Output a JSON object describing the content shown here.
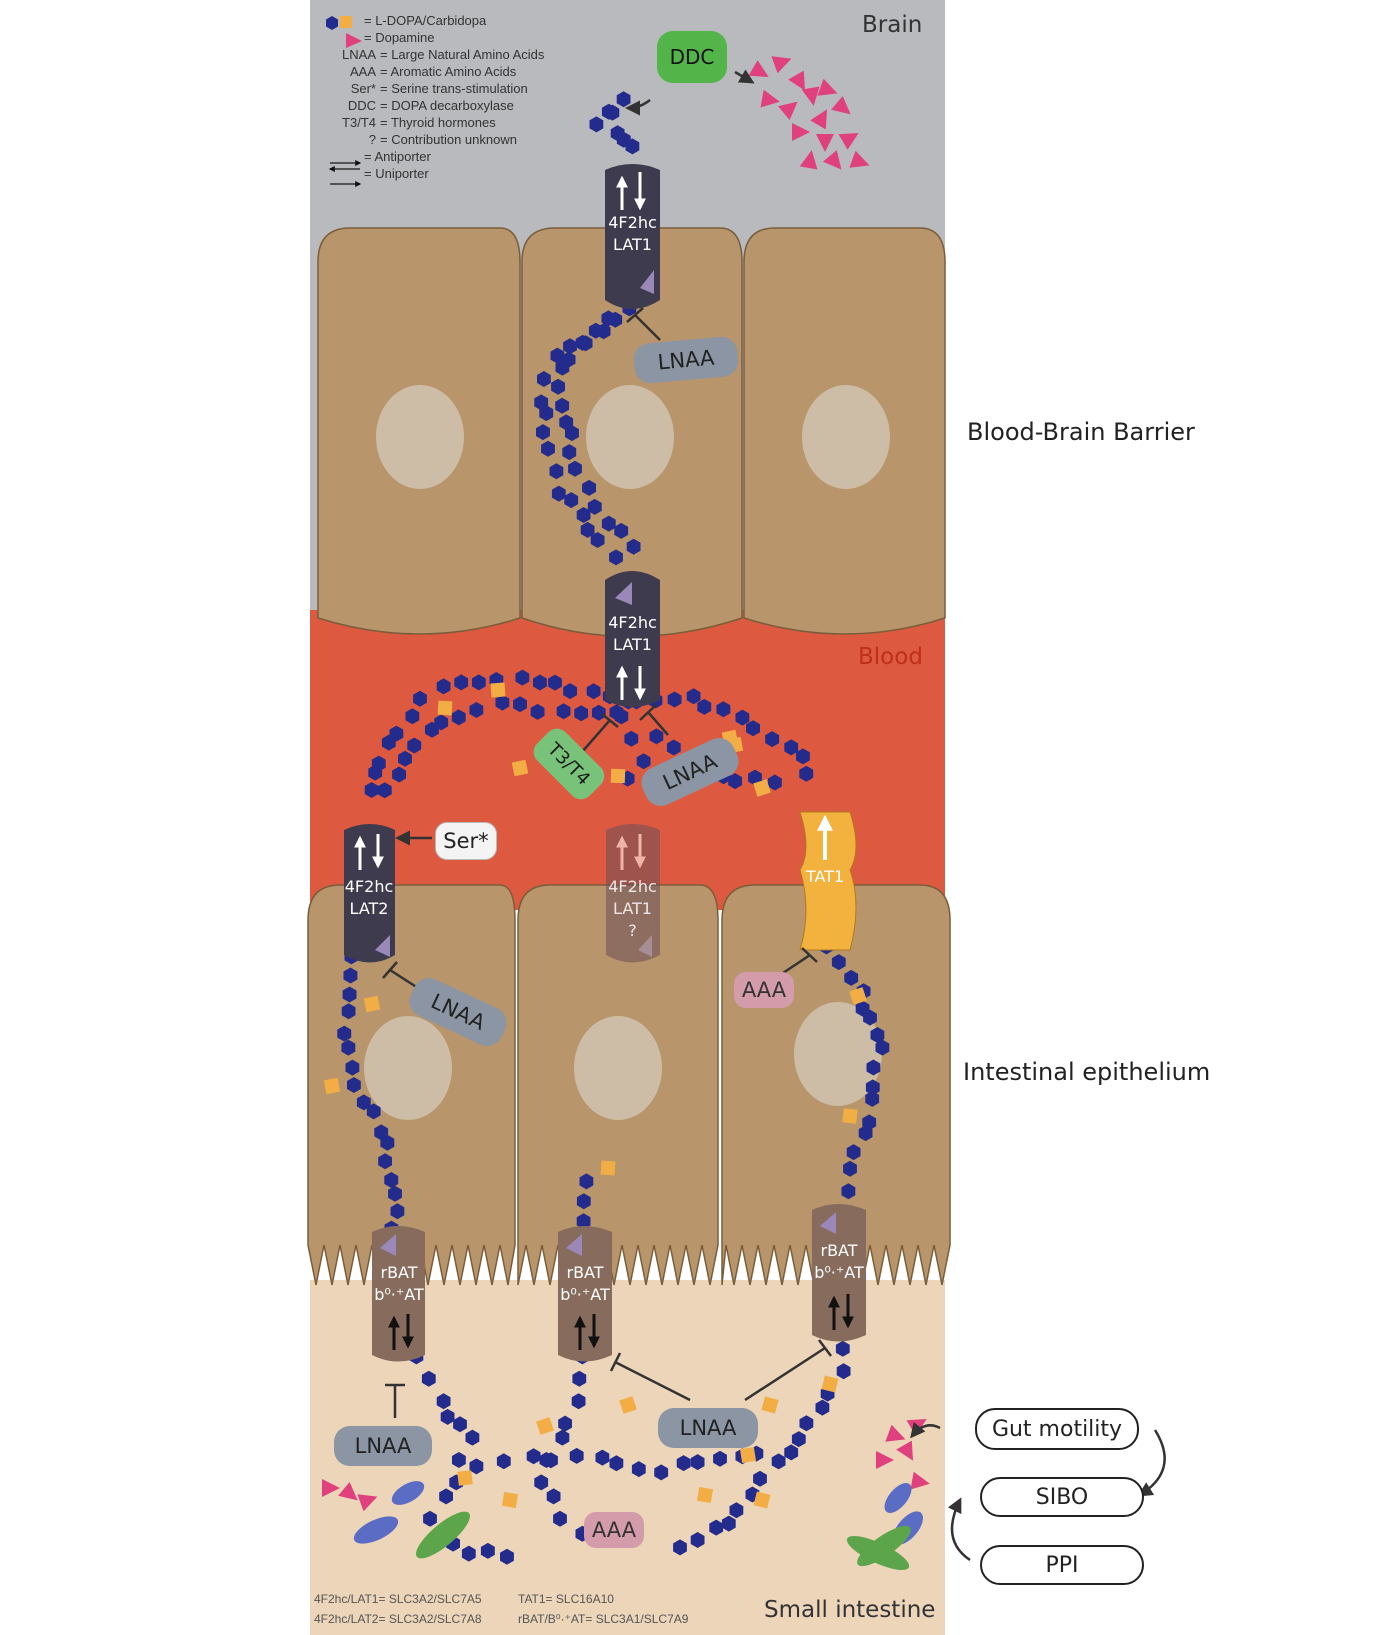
{
  "regions": {
    "brain": "Brain",
    "bbb": "Blood-Brain Barrier",
    "blood": "Blood",
    "epithelium": "Intestinal epithelium",
    "small_intestine": "Small intestine"
  },
  "legend": {
    "ldopa": "= L-DOPA/Carbidopa",
    "dopamine": "= Dopamine",
    "lnaa_key": "LNAA",
    "lnaa": "= Large Natural Amino Acids",
    "aaa_key": "AAA",
    "aaa": "= Aromatic Amino Acids",
    "ser_key": "Ser*",
    "ser": "= Serine trans-stimulation",
    "ddc_key": "DDC",
    "ddc": "= DOPA decarboxylase",
    "t3t4_key": "T3/T4",
    "t3t4": "= Thyroid hormones",
    "q_key": "?",
    "q": "= Contribution unknown",
    "antiporter": "= Antiporter",
    "uniporter": "= Uniporter"
  },
  "footnotes": {
    "lat1": "4F2hc/LAT1= SLC3A2/SLC7A5",
    "lat2": "4F2hc/LAT2= SLC3A2/SLC7A8",
    "tat1": "TAT1= SLC16A10",
    "rbat": "rBAT/B⁰·⁺AT= SLC3A1/SLC7A9"
  },
  "transporters": {
    "lat1_line1": "4F2hc",
    "lat1_line2": "LAT1",
    "lat2_line2": "LAT2",
    "q_mark": "?",
    "tat1": "TAT1",
    "rbat_line1": "rBAT",
    "rbat_line2": "b⁰·⁺AT"
  },
  "labels": {
    "lnaa": "LNAA",
    "aaa": "AAA",
    "t3t4": "T3/T4",
    "ser": "Ser*",
    "ddc": "DDC"
  },
  "outcomes": {
    "gut_motility": "Gut motility",
    "sibo": "SIBO",
    "ppi": "PPI"
  },
  "colors": {
    "brain_bg": "#b8babd",
    "blood_bg": "#dd5a40",
    "lumen_bg": "#ecd5b9",
    "cell": "#b8956b",
    "nucleus": "#cdbda7",
    "ldopa": "#232c8c",
    "carbidopa": "#f2ae45",
    "dopamine": "#e0407e",
    "lat": "#3e3b4f",
    "rbat": "#876b5d",
    "tat1": "#f3b23e"
  }
}
